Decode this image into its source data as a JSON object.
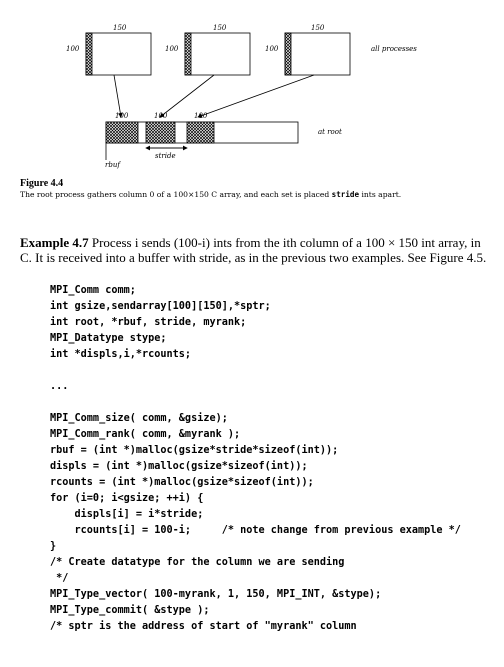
{
  "figure": {
    "width_label_1": "150",
    "width_label_2": "150",
    "width_label_3": "150",
    "height_label_1": "100",
    "height_label_2": "100",
    "height_label_3": "100",
    "all_processes_label": "all processes",
    "buffer_label_1": "100",
    "buffer_label_2": "100",
    "buffer_label_3": "100",
    "at_root_label": "at root",
    "rbuf_label": "rbuf",
    "stride_label": "stride"
  },
  "caption": {
    "title": "Figure 4.4",
    "text_before": "The root process gathers column 0 of a 100×150 C array, and each set is placed ",
    "text_code": "stride",
    "text_after": " ints apart."
  },
  "example": {
    "label": "Example 4.7",
    "text": " Process i sends (100-i) ints from the ith column of a 100 × 150 int array, in C. It is received into a buffer with stride, as in the previous two examples. See Figure 4.5."
  },
  "code_lines": [
    "MPI_Comm comm;",
    "int gsize,sendarray[100][150],*sptr;",
    "int root, *rbuf, stride, myrank;",
    "MPI_Datatype stype;",
    "int *displs,i,*rcounts;",
    "",
    "...",
    "",
    "MPI_Comm_size( comm, &gsize);",
    "MPI_Comm_rank( comm, &myrank );",
    "rbuf = (int *)malloc(gsize*stride*sizeof(int));",
    "displs = (int *)malloc(gsize*sizeof(int));",
    "rcounts = (int *)malloc(gsize*sizeof(int));",
    "for (i=0; i<gsize; ++i) {",
    "    displs[i] = i*stride;",
    "    rcounts[i] = 100-i;     /* note change from previous example */",
    "}",
    "/* Create datatype for the column we are sending",
    " */",
    "MPI_Type_vector( 100-myrank, 1, 150, MPI_INT, &stype);",
    "MPI_Type_commit( &stype );",
    "/* sptr is the address of start of \"myrank\" column"
  ]
}
